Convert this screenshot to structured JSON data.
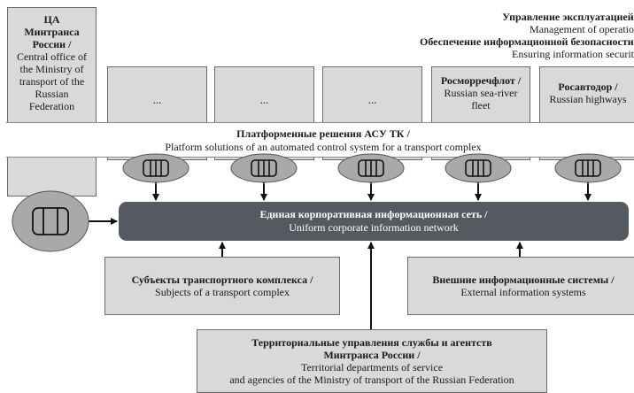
{
  "ca_box": {
    "title_ru_line1": "ЦА",
    "title_ru_line2": "Минтранса",
    "title_ru_line3": "России /",
    "text_en_line1": "Central office of",
    "text_en_line2": "the Ministry of",
    "text_en_line3": "transport of the",
    "text_en_line4": "Russian",
    "text_en_line5": "Federation"
  },
  "management": {
    "line1_ru": "Управление эксплуатацией /",
    "line1_en": "Management of operation",
    "line2_ru": "Обеспечение информационной безопасности /",
    "line2_en": "Ensuring information security"
  },
  "agencies": [
    {
      "placeholder": "..."
    },
    {
      "placeholder": "..."
    },
    {
      "placeholder": "..."
    },
    {
      "title_ru": "Росморречфлот /",
      "text_en_line1": "Russian sea-river",
      "text_en_line2": "fleet"
    },
    {
      "title_ru": "Росавтодор /",
      "text_en_line1": "Russian highways"
    }
  ],
  "platform": {
    "title_ru": "Платформенные решения АСУ ТК /",
    "text_en": "Platform solutions of an automated control system for a transport complex"
  },
  "network": {
    "title_ru": "Единая корпоративная информационная сеть /",
    "text_en": "Uniform corporate information network"
  },
  "subjects": {
    "title_ru": "Субъекты транспортного комплекса /",
    "text_en": "Subjects of a transport complex"
  },
  "external": {
    "title_ru": "Внешние информационные системы /",
    "text_en": "External information systems"
  },
  "territorial": {
    "title_ru_line1": "Территориальные управления службы и агентств",
    "title_ru_line2": "Минтранса России /",
    "text_en_line1": "Territorial departments of service",
    "text_en_line2": "and agencies of the Ministry of transport of the Russian Federation"
  },
  "colors": {
    "box_fill": "#d9d9d9",
    "network_fill": "#555a60",
    "node_fill": "#a9a9a9"
  }
}
